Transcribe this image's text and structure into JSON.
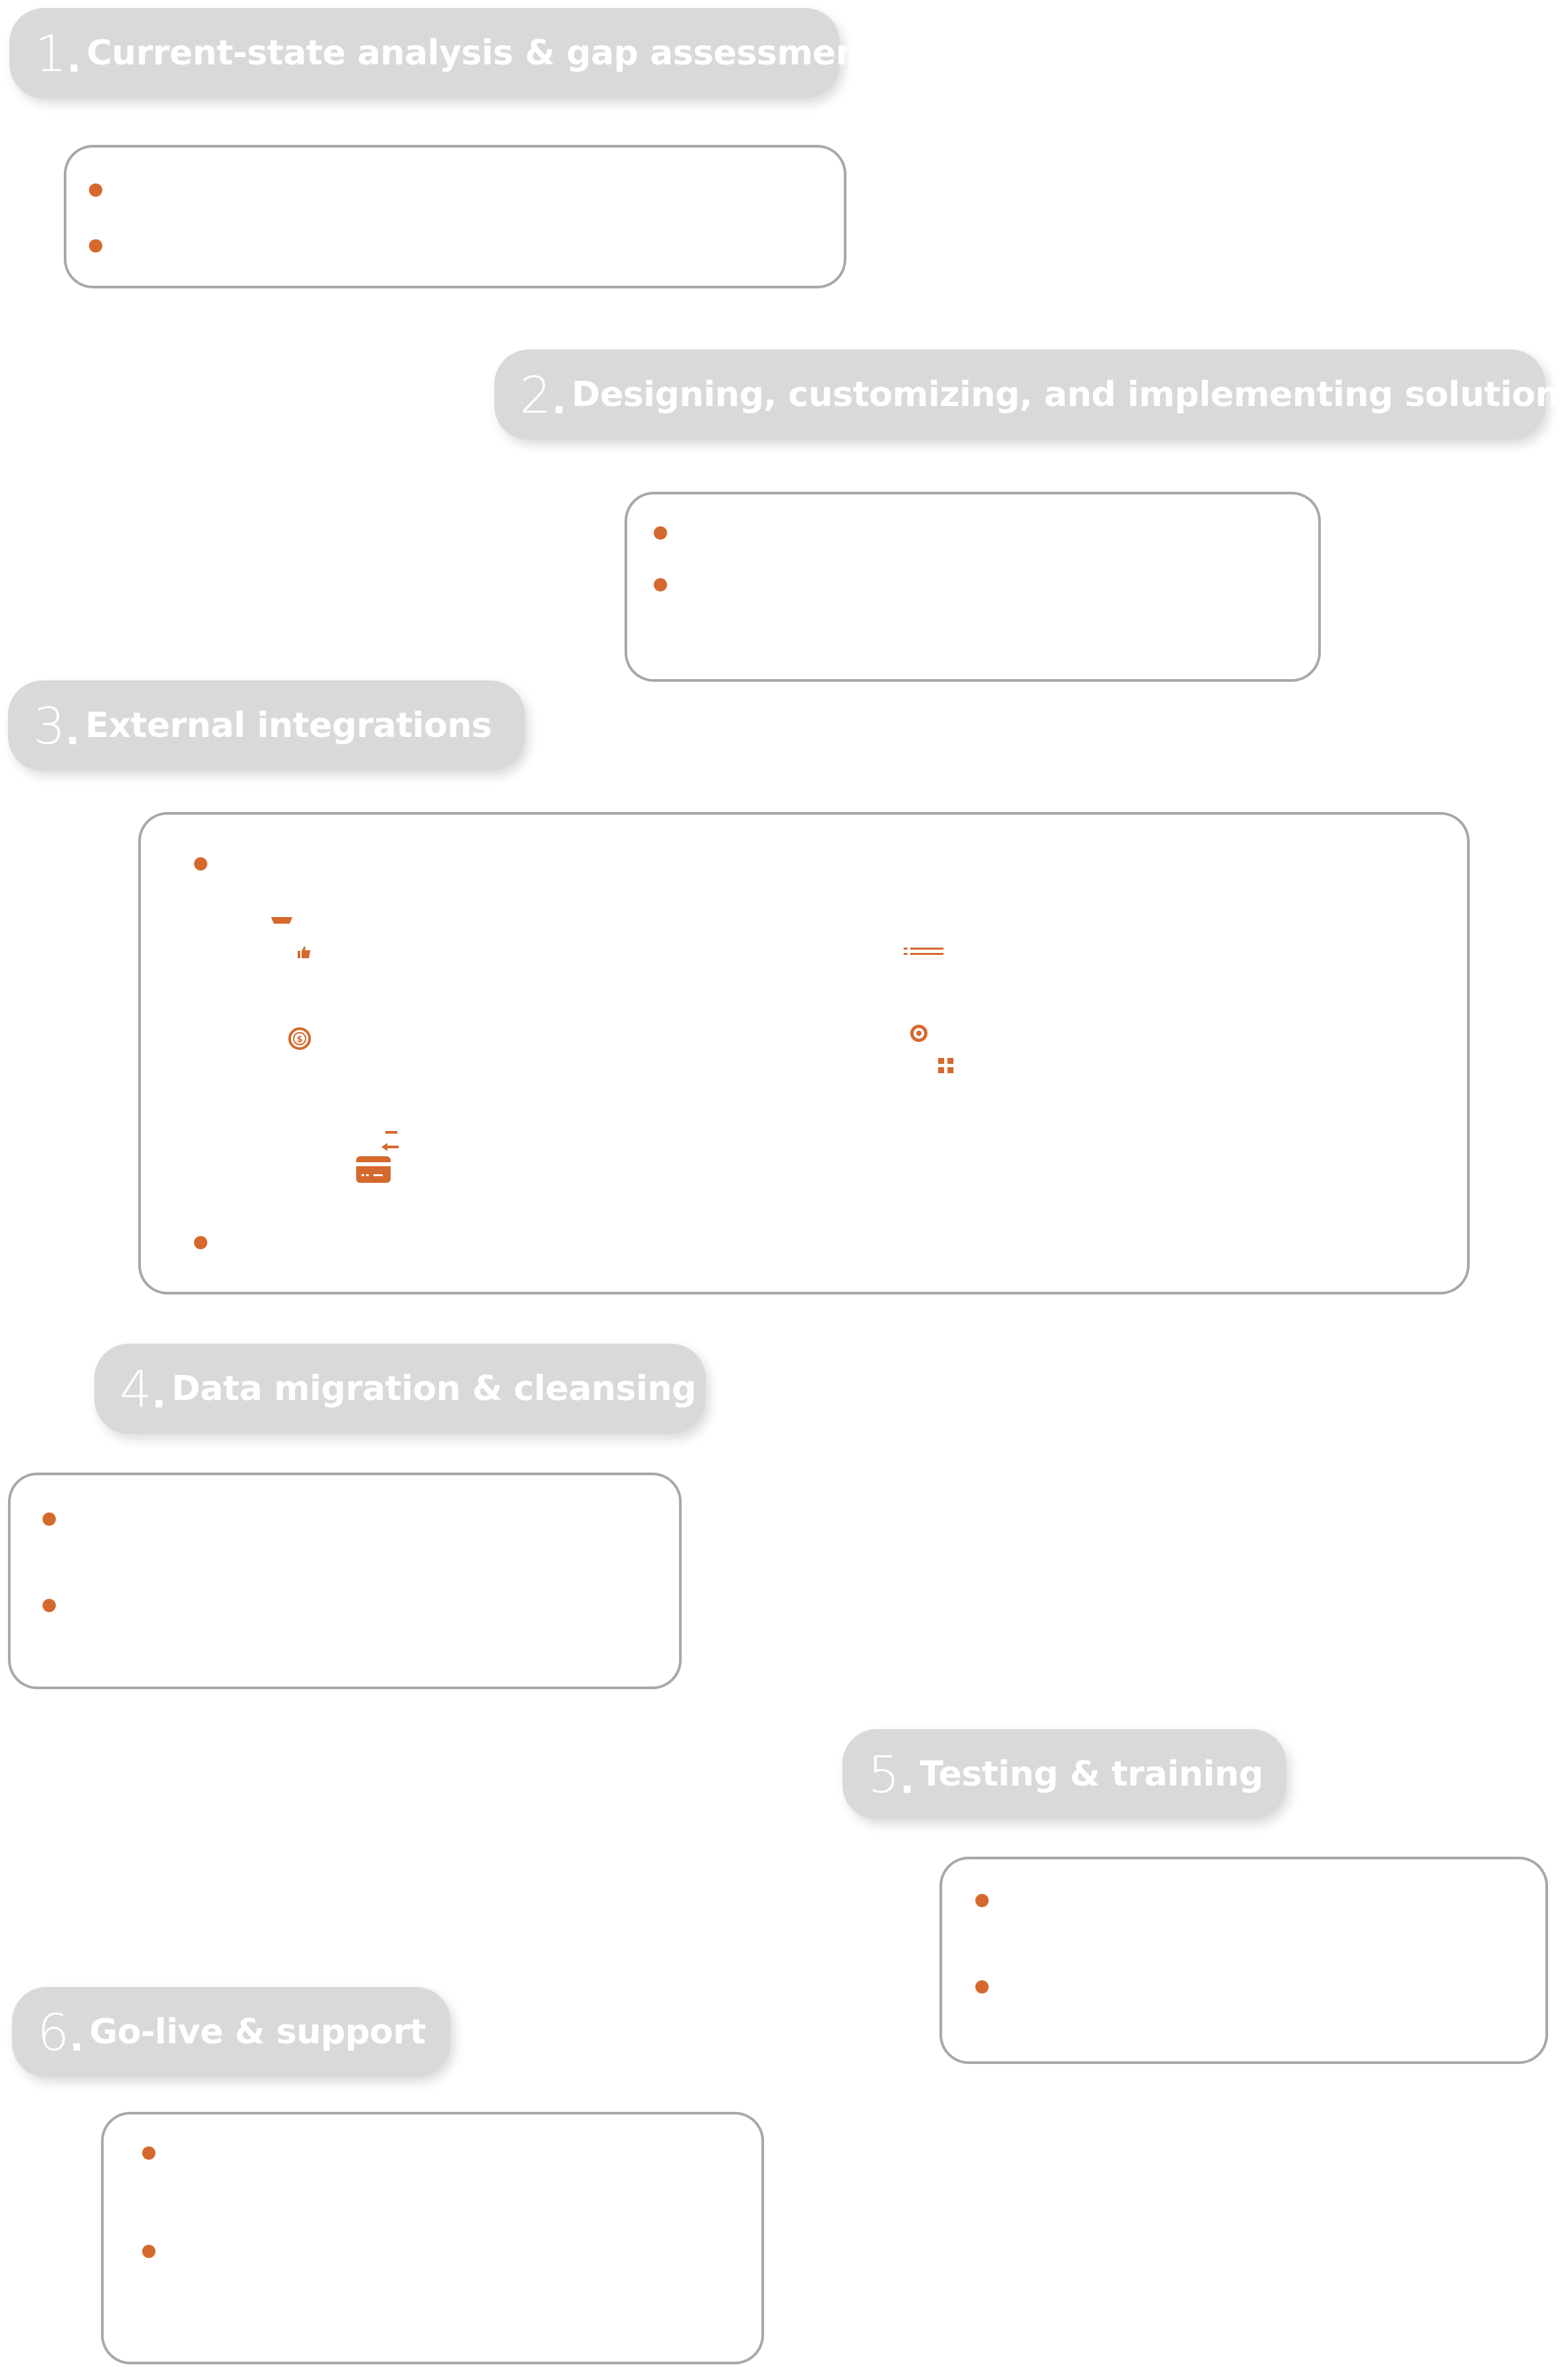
{
  "steps": [
    {
      "number": "1",
      "separator": ".",
      "title": "Current-state analysis & gap assessment"
    },
    {
      "number": "2",
      "separator": ".",
      "title": "Designing, customizing, and implementing solutions"
    },
    {
      "number": "3",
      "separator": ".",
      "title": "External integrations"
    },
    {
      "number": "4",
      "separator": ".",
      "title": "Data migration & cleansing"
    },
    {
      "number": "5",
      "separator": ".",
      "title": "Testing & training"
    },
    {
      "number": "6",
      "separator": ".",
      "title": "Go-live & support"
    }
  ],
  "icons": [
    "tray-icon",
    "thumbs-up-icon",
    "list-icon",
    "dollar-coin-icon",
    "target-icon",
    "grid-icon",
    "transfer-arrow-icon",
    "credit-card-icon"
  ],
  "colors": {
    "accent": "#d5692d",
    "pill": "#d9d9d9",
    "border": "#a8a8a8",
    "pill_text": "#ffffff"
  }
}
